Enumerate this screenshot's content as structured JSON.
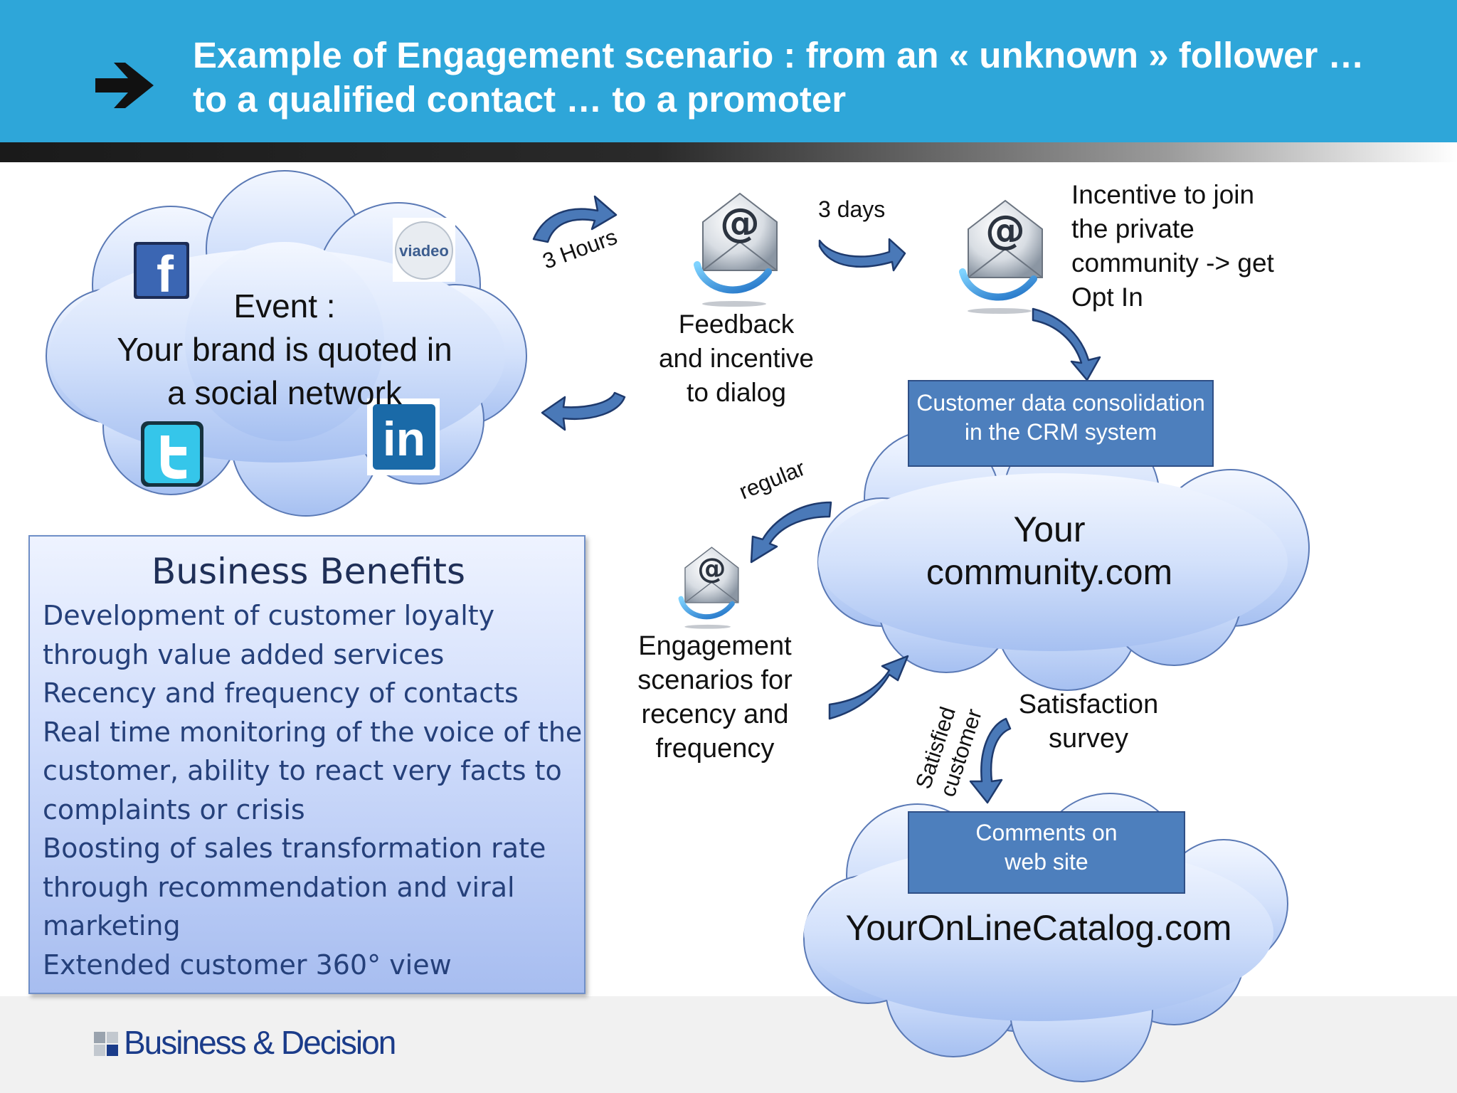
{
  "header": {
    "title_line1": "Example of Engagement scenario : from an « unknown » follower …",
    "title_line2": "to a qualified contact …  to a promoter"
  },
  "colors": {
    "header_bg": "#2ea6d9",
    "arrow_blue": "#4a79b8",
    "box_blue": "#4d7fbd",
    "cloud_light": "#eef4ff",
    "cloud_dark": "#a9c2f2"
  },
  "event_cloud": {
    "line1": "Event :",
    "line2": "Your brand is quoted in",
    "line3": "a social network",
    "icons": [
      "facebook-icon",
      "viadeo-icon",
      "twitter-icon",
      "linkedin-icon"
    ],
    "viadeo_label": "viadeo",
    "linkedin_label": "in"
  },
  "arrows": {
    "three_hours": "3 Hours",
    "three_days": "3 days",
    "regular": "regular",
    "satisfied_1": "Satisfied",
    "satisfied_2": "customer"
  },
  "email_icon_symbol": "@",
  "feedback": {
    "line1": "Feedback",
    "line2": "and incentive",
    "line3": "to dialog"
  },
  "incentive": {
    "line1": "Incentive to  join",
    "line2": "the private",
    "line3": "community -> get",
    "line4": "Opt In"
  },
  "crm_box": {
    "line1": "Customer data consolidation",
    "line2": "in the CRM system"
  },
  "community_cloud": {
    "line1": "Your",
    "line2": "community.com"
  },
  "engagement": {
    "line1": "Engagement",
    "line2": "scenarios for",
    "line3": "recency and",
    "line4": "frequency"
  },
  "satisfaction": {
    "line1": "Satisfaction",
    "line2": "survey"
  },
  "comments_box": {
    "line1": "Comments on",
    "line2": "web site"
  },
  "catalog_cloud": {
    "label": "YourOnLineCatalog.com"
  },
  "benefits": {
    "title": "Business Benefits",
    "lines": [
      "Development of customer loyalty",
      "through value added services",
      "Recency and frequency of contacts",
      "Real time monitoring of the voice of the",
      "customer, ability to react very facts to",
      "complaints or crisis",
      "Boosting of sales transformation rate",
      "through recommendation and viral",
      "marketing",
      "Extended customer 360° view"
    ]
  },
  "footer": {
    "logo_text": "Business & Decision"
  }
}
